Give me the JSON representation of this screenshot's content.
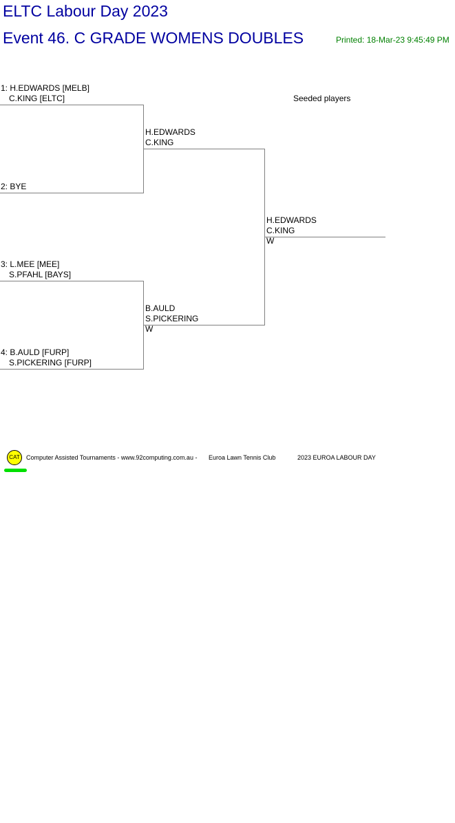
{
  "header": {
    "title": "ELTC Labour Day 2023",
    "event": "Event 46. C GRADE WOMENS DOUBLES",
    "printed": "Printed: 18-Mar-23 9:45:49 PM"
  },
  "legend": {
    "seeded": "Seeded players"
  },
  "draw": {
    "round1": [
      {
        "line1": "1: H.EDWARDS [MELB]",
        "line2": "C.KING [ELTC]"
      },
      {
        "line1": "2: BYE",
        "line2": ""
      },
      {
        "line1": "3: L.MEE [MEE]",
        "line2": "S.PFAHL [BAYS]"
      },
      {
        "line1": "4: B.AULD [FURP]",
        "line2": "S.PICKERING [FURP]"
      }
    ],
    "round2": [
      {
        "line1": "H.EDWARDS",
        "line2": "C.KING",
        "score": ""
      },
      {
        "line1": "B.AULD",
        "line2": "S.PICKERING",
        "score": "W"
      }
    ],
    "final": {
      "line1": "H.EDWARDS",
      "line2": "C.KING",
      "score": "W"
    }
  },
  "footer": {
    "logo_text": "CAT",
    "credit": "Computer Assisted Tournaments - www.92computing.com.au -",
    "club": "Euroa Lawn Tennis Club",
    "event_name": "2023 EUROA LABOUR DAY",
    "logo_color": "#ffff00",
    "underline_color": "#00e000"
  },
  "colors": {
    "title": "#0000a0",
    "printed": "#008000",
    "lines": "#808080"
  }
}
